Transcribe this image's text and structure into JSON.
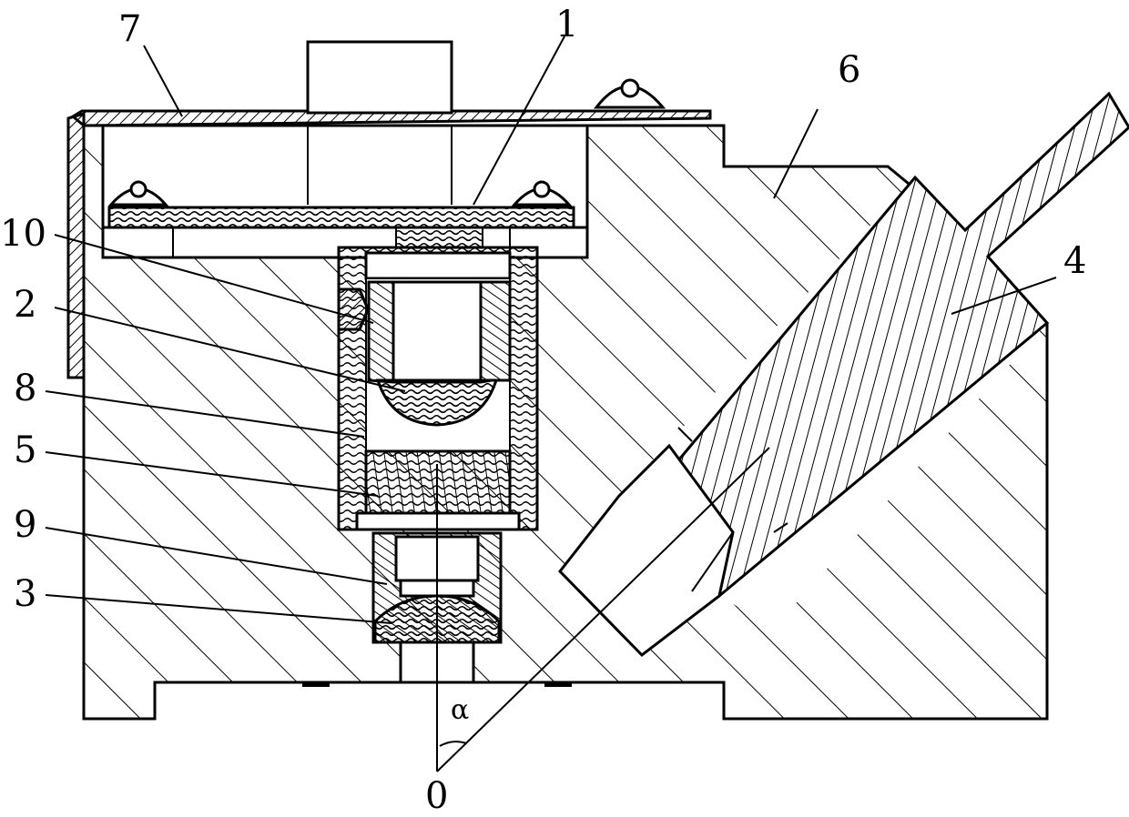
{
  "labels": {
    "l1": "1",
    "l2": "2",
    "l3": "3",
    "l4": "4",
    "l5": "5",
    "l6": "6",
    "l7": "7",
    "l8": "8",
    "l9": "9",
    "l10": "10",
    "origin": "0",
    "angle": "α"
  }
}
